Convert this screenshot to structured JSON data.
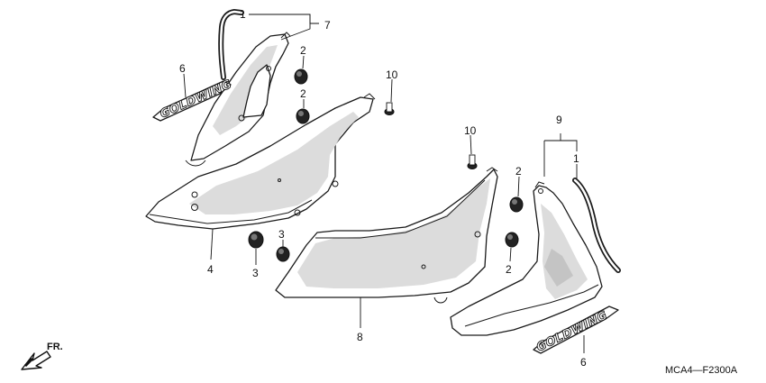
{
  "diagram_code": "MCA4—F2300A",
  "direction_label": "FR.",
  "callouts": {
    "c1_top": "1",
    "c7_top": "7",
    "c2_a": "2",
    "c2_b": "2",
    "c6_left": "6",
    "c10_a": "10",
    "c10_b": "10",
    "c9": "9",
    "c1_right": "1",
    "c2_c": "2",
    "c2_d": "2",
    "c4": "4",
    "c3_a": "3",
    "c3_b": "3",
    "c8": "8",
    "c6_right": "6"
  }
}
